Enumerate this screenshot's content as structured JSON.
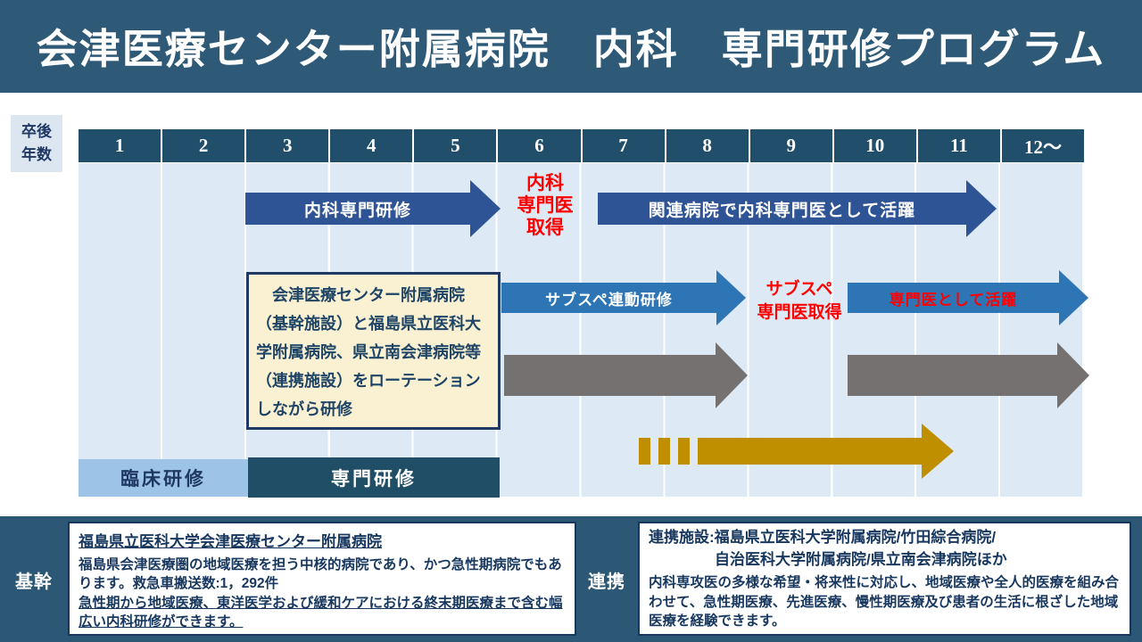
{
  "title": "会津医療センター附属病院　内科　専門研修プログラム",
  "timeline": {
    "axis_label_line1": "卒後",
    "axis_label_line2": "年数",
    "years": [
      "1",
      "2",
      "3",
      "4",
      "5",
      "6",
      "7",
      "8",
      "9",
      "10",
      "11",
      "12～"
    ]
  },
  "chart": {
    "naika_training_arrow": "内科専門研修",
    "naika_certified": [
      "内科",
      "専門医",
      "取得"
    ],
    "related_hospitals_arrow": "関連病院で内科専門医として活躍",
    "rotation_note": "会津医療センター附属病院（基幹施設）と福島県立医科大学附属病院、県立南会津病院等（連携施設）をローテーションしながら研修",
    "subspecialty_training_arrow": "サブスペ連動研修",
    "subspecialty_certified": [
      "サブスペ",
      "専門医取得"
    ],
    "subspecialty_active_arrow": "専門医として活躍",
    "phase_clinical": "臨床研修",
    "phase_specialty": "専門研修"
  },
  "base": {
    "label": "基幹",
    "hospital_name": "福島県立医科大学会津医療センター附属病院",
    "description": "福島県会津医療圏の地域医療を担う中核的病院であり、かつ急性期病院でもあります。救急車搬送数:1，292件",
    "description_underlined": "急性期から地域医療、東洋医学および緩和ケアにおける終末期医療まで含む幅広い内科研修ができます。"
  },
  "partner": {
    "label": "連携",
    "facilities_line1": "連携施設:福島県立医科大学附属病院/竹田綜合病院/",
    "facilities_line2": "自治医科大学附属病院/県立南会津病院ほか",
    "description": "内科専攻医の多様な希望・将来性に対応し、地域医療や全人的医療を組み合わせて、急性期医療、先進医療、慢性期医療及び患者の生活に根ざした地域医療を経験できます。"
  },
  "colors": {
    "header_navy": "#2E5A78",
    "year_cell_navy": "#214E6B",
    "chart_background": "#DDE9F4",
    "navy_arrow": "#2F5496",
    "blue_arrow": "#2E75B6",
    "gray_arrow": "#767171",
    "gold_arrow": "#BF8F00",
    "milestone_red": "#FF0000",
    "rotation_box_bg": "#FAF0D2",
    "clinical_cell_bg": "#9DC3E6",
    "specialty_cell_bg": "#1F4E66",
    "bottom_navy": "#2C5876",
    "box_text_navy": "#17375E"
  }
}
